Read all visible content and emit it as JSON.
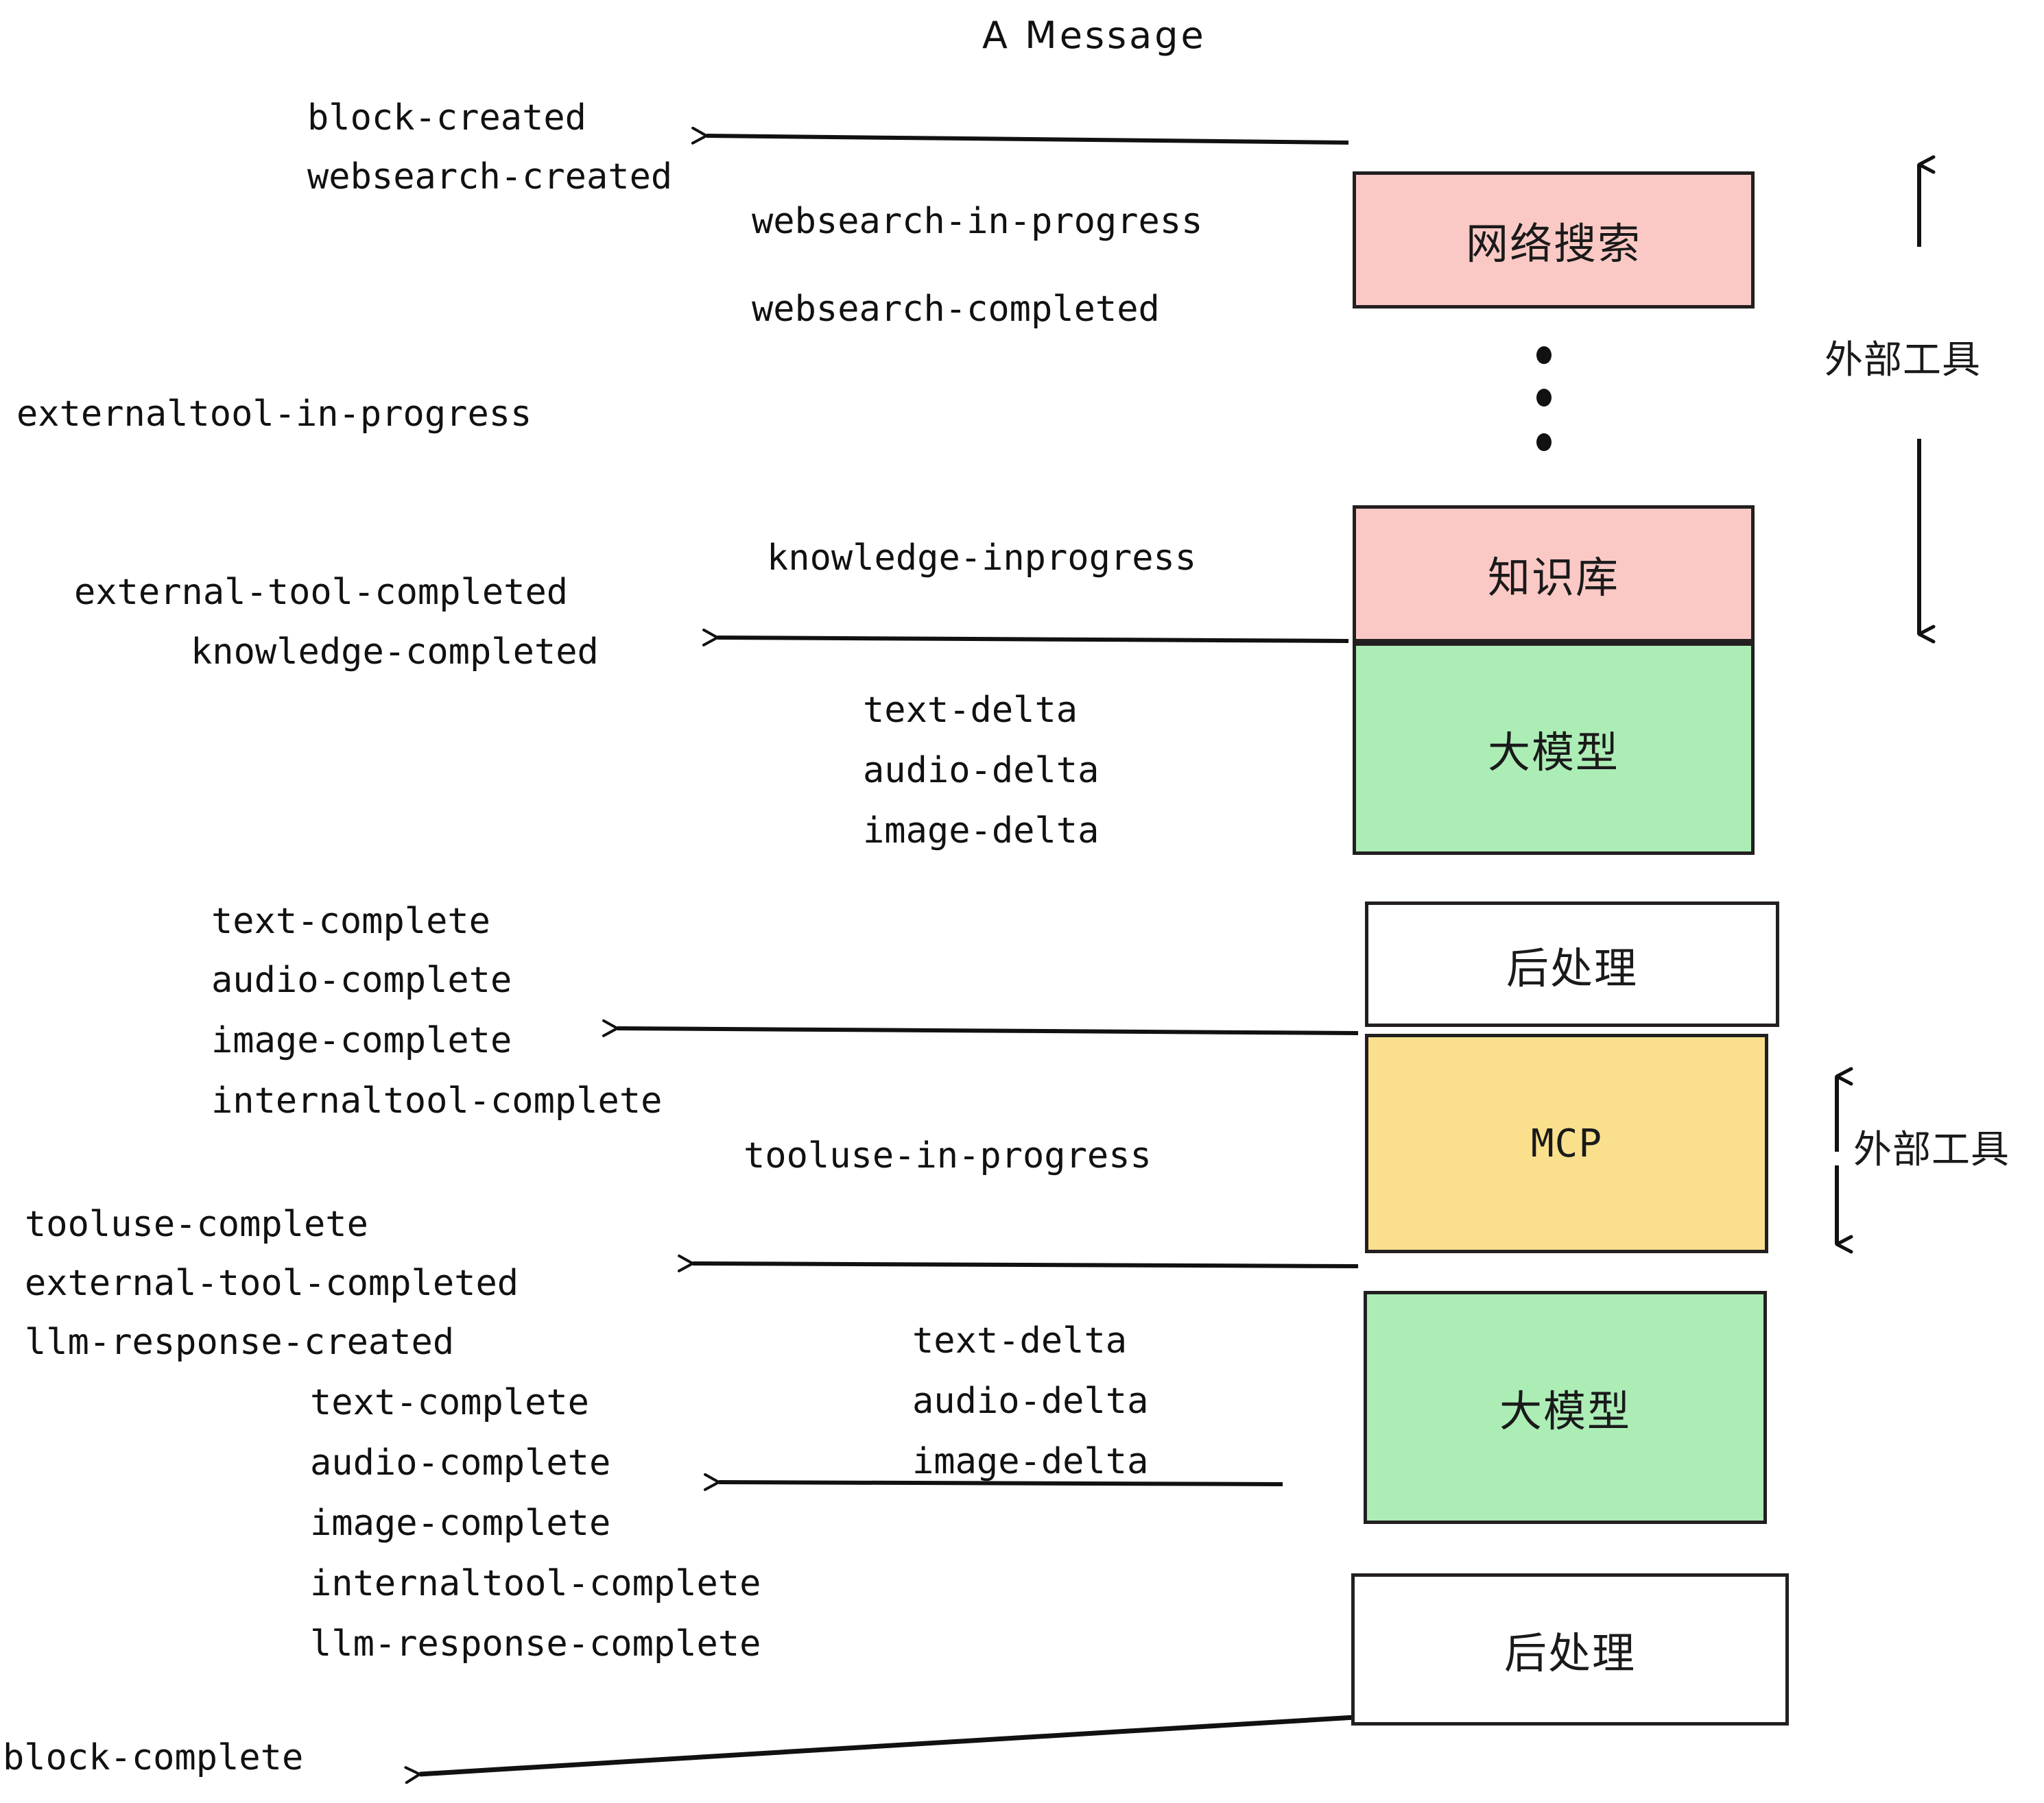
{
  "title": "A Message",
  "colors": {
    "pink": "#FBC9C5",
    "green": "#ACEDB6",
    "yellow": "#FAE08C",
    "white": "#FFFFFF",
    "stroke": "#231f20",
    "text": "#111111"
  },
  "boxes": [
    {
      "id": "websearch",
      "label": "网络搜索",
      "fill": "#FBC9C5"
    },
    {
      "id": "knowledge",
      "label": "知识库",
      "fill": "#FBC9C5"
    },
    {
      "id": "llm-top",
      "label": "大模型",
      "fill": "#ACEDB6"
    },
    {
      "id": "postprocess-top",
      "label": "后处理",
      "fill": "#FFFFFF"
    },
    {
      "id": "mcp",
      "label": "MCP",
      "fill": "#FAE08C"
    },
    {
      "id": "llm-bottom",
      "label": "大模型",
      "fill": "#ACEDB6"
    },
    {
      "id": "postprocess-bottom",
      "label": "后处理",
      "fill": "#FFFFFF"
    }
  ],
  "side_labels": [
    {
      "id": "external-tool-top",
      "label": "外部工具"
    },
    {
      "id": "external-tool-bottom",
      "label": "外部工具"
    }
  ],
  "events": [
    {
      "id": "block-created",
      "text": "block-created"
    },
    {
      "id": "websearch-created",
      "text": "websearch-created"
    },
    {
      "id": "websearch-in-progress",
      "text": "websearch-in-progress"
    },
    {
      "id": "websearch-completed",
      "text": "websearch-completed"
    },
    {
      "id": "externaltool-in-progress",
      "text": "externaltool-in-progress"
    },
    {
      "id": "knowledge-inprogress",
      "text": "knowledge-inprogress"
    },
    {
      "id": "external-tool-completed-1",
      "text": "external-tool-completed"
    },
    {
      "id": "knowledge-completed",
      "text": "knowledge-completed"
    },
    {
      "id": "text-delta-1",
      "text": "text-delta"
    },
    {
      "id": "audio-delta-1",
      "text": "audio-delta"
    },
    {
      "id": "image-delta-1",
      "text": "image-delta"
    },
    {
      "id": "text-complete-1",
      "text": "text-complete"
    },
    {
      "id": "audio-complete-1",
      "text": "audio-complete"
    },
    {
      "id": "image-complete-1",
      "text": "image-complete"
    },
    {
      "id": "internaltool-complete-1",
      "text": "internaltool-complete"
    },
    {
      "id": "tooluse-in-progress",
      "text": "tooluse-in-progress"
    },
    {
      "id": "tooluse-complete",
      "text": "tooluse-complete"
    },
    {
      "id": "external-tool-completed-2",
      "text": "external-tool-completed"
    },
    {
      "id": "llm-response-created",
      "text": "llm-response-created"
    },
    {
      "id": "text-delta-2",
      "text": "text-delta"
    },
    {
      "id": "audio-delta-2",
      "text": "audio-delta"
    },
    {
      "id": "image-delta-2",
      "text": "image-delta"
    },
    {
      "id": "text-complete-2",
      "text": "text-complete"
    },
    {
      "id": "audio-complete-2",
      "text": "audio-complete"
    },
    {
      "id": "image-complete-2",
      "text": "image-complete"
    },
    {
      "id": "internaltool-complete-2",
      "text": "internaltool-complete"
    },
    {
      "id": "llm-response-complete",
      "text": "llm-response-complete"
    },
    {
      "id": "block-complete",
      "text": "block-complete"
    }
  ]
}
